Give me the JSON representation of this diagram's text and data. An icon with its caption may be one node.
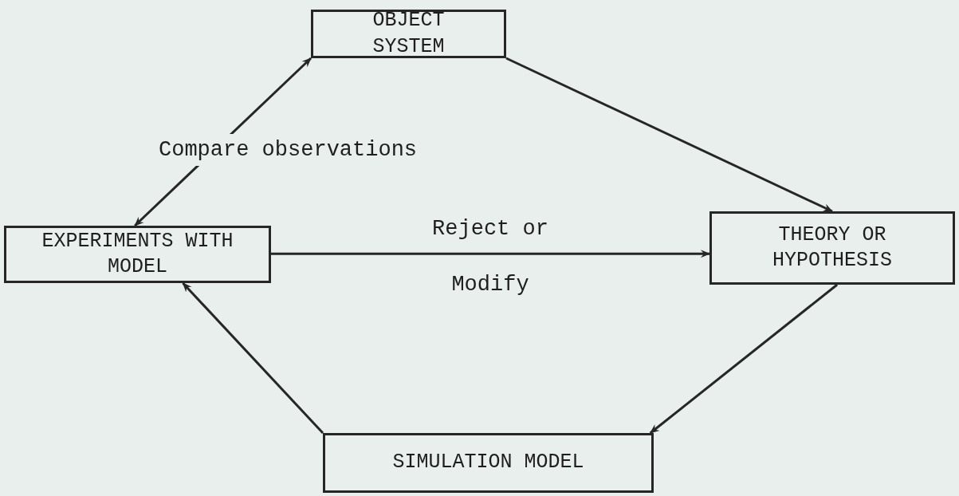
{
  "diagram": {
    "nodes": [
      {
        "text": [
          "OBJECT SYSTEM"
        ]
      },
      {
        "text": [
          "EXPERIMENTS WITH MODEL"
        ]
      },
      {
        "text": [
          "THEORY OR HYPOTHESIS"
        ]
      },
      {
        "text": [
          "SIMULATION MODEL"
        ]
      }
    ],
    "edges": [
      {
        "from": 1,
        "to": 0,
        "arrow": "both",
        "label": "Compare observations"
      },
      {
        "from": 0,
        "to": 2,
        "arrow": "to"
      },
      {
        "from": 1,
        "to": 2,
        "arrow": "to",
        "label": "Reject or Modify"
      },
      {
        "from": 2,
        "to": 3,
        "arrow": "to"
      },
      {
        "from": 3,
        "to": 1,
        "arrow": "to"
      }
    ]
  }
}
